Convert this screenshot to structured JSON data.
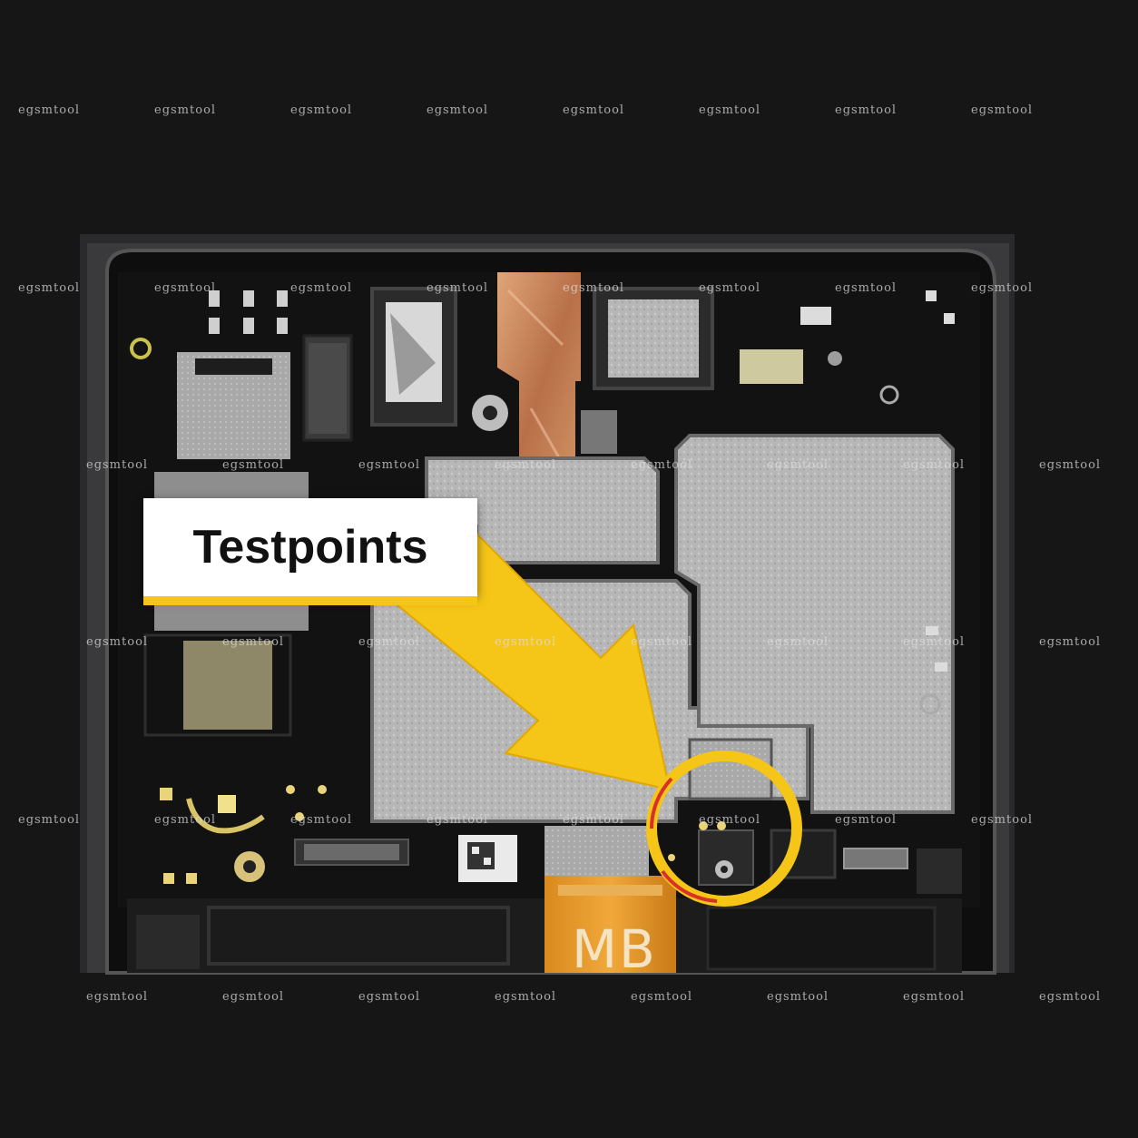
{
  "callout": {
    "label": "Testpoints"
  },
  "board_label": "MB",
  "watermark": "egsmtool",
  "colors": {
    "background": "#161617",
    "accent_yellow": "#f5c518",
    "copper": "#c98a5a",
    "shield": "#b8b8b8",
    "pcb": "#121212",
    "highlight_ring": "#f5c518"
  },
  "icons": [
    "arrow-pointer-icon",
    "highlight-ring-icon"
  ]
}
